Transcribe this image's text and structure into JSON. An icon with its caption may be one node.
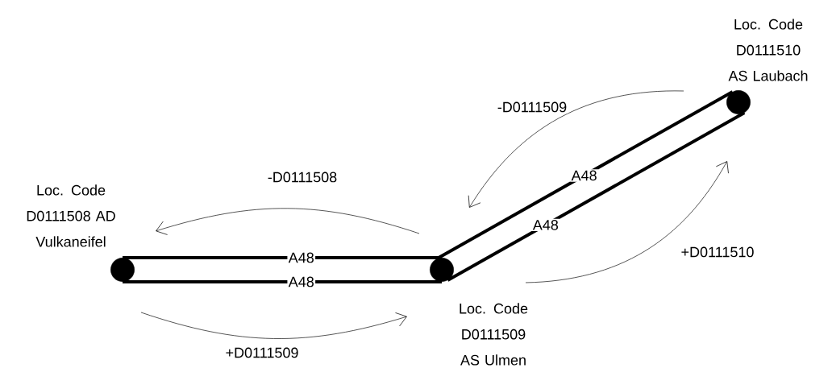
{
  "diagram": {
    "nodes": [
      {
        "text": [],
        "shape": "circle",
        "beside": [
          "Loc. Code D0111508 AD Vulkaneifel"
        ]
      },
      {
        "text": [],
        "shape": "circle",
        "beside": [
          "Loc. Code D0111509 AS Ulmen"
        ]
      },
      {
        "text": [],
        "shape": "circle",
        "beside": [
          "Loc. Code D0111510 AS Laubach"
        ]
      }
    ],
    "edges": [
      {
        "from": 0,
        "to": 1,
        "arrow": "none",
        "label": "A48",
        "style": "thick"
      },
      {
        "from": 0,
        "to": 1,
        "arrow": "none",
        "label": "A48",
        "style": "thick"
      },
      {
        "from": 1,
        "to": 2,
        "arrow": "none",
        "label": "A48",
        "style": "thick"
      },
      {
        "from": 1,
        "to": 2,
        "arrow": "none",
        "label": "A48",
        "style": "thick"
      },
      {
        "from": 1,
        "to": 0,
        "arrow": "to",
        "label": "-D0111508"
      },
      {
        "from": 0,
        "to": 1,
        "arrow": "to",
        "label": "+D0111509"
      },
      {
        "from": 2,
        "to": 1,
        "arrow": "to",
        "label": "-D0111509"
      },
      {
        "from": 1,
        "to": 2,
        "arrow": "to",
        "label": "+D0111510"
      }
    ]
  }
}
